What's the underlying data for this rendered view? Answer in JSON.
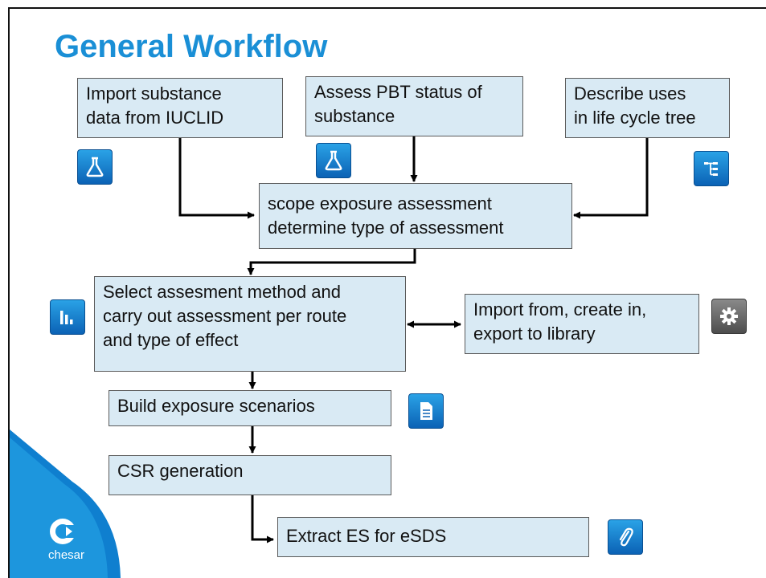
{
  "slide": {
    "title": "General Workflow"
  },
  "boxes": {
    "import_substance": "Import substance\ndata from IUCLID",
    "assess_pbt": "Assess PBT status of\nsubstance",
    "describe_uses": "Describe uses\nin life cycle tree",
    "scope_exposure": "scope exposure assessment\ndetermine type of assessment",
    "select_method": "Select assesment method and\ncarry out assessment per route\nand type of effect",
    "library": "Import from, create in,\nexport to library",
    "build_scenarios": "Build exposure scenarios",
    "csr_generation": "CSR generation",
    "extract_es": "Extract ES for eSDS"
  },
  "icons": {
    "import_substance": "flask-icon",
    "assess_pbt": "flask-icon",
    "describe_uses": "tree-icon",
    "select_method": "bar-chart-icon",
    "library": "gear-icon",
    "build_scenarios": "document-icon",
    "extract_es": "paperclip-icon"
  },
  "branding": {
    "logo_text": "chesar",
    "accent_color": "#1a8fd6"
  }
}
